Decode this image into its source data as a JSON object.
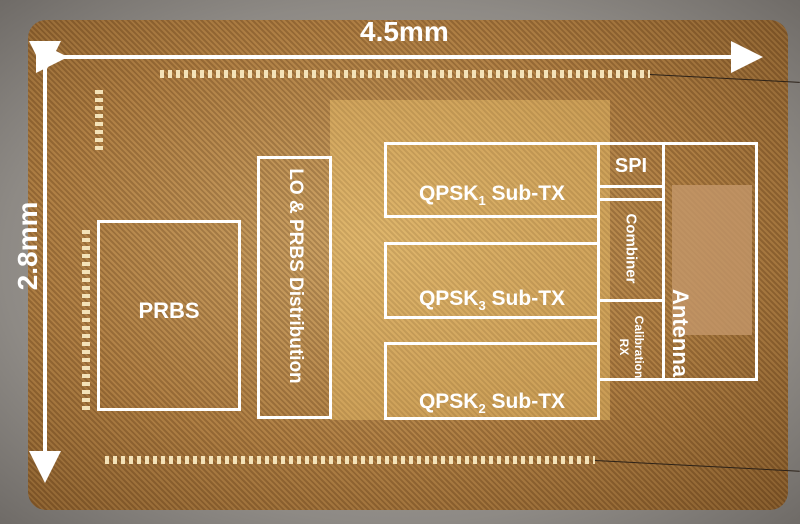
{
  "dimensions": {
    "width_label": "4.5mm",
    "height_label": "2.8mm"
  },
  "blocks": {
    "prbs": "PRBS",
    "lo_prbs": "LO & PRBS Distribution",
    "qpsk1": {
      "base": "QPSK",
      "sub": "1",
      "suffix": " Sub-TX"
    },
    "qpsk3": {
      "base": "QPSK",
      "sub": "3",
      "suffix": " Sub-TX"
    },
    "qpsk2": {
      "base": "QPSK",
      "sub": "2",
      "suffix": " Sub-TX"
    },
    "spi": "SPI",
    "combiner": "Combiner",
    "calibration_rx": "Calibration RX",
    "antenna": "Antenna"
  },
  "colors": {
    "annotation": "#ffffff",
    "die": "#b08040"
  }
}
